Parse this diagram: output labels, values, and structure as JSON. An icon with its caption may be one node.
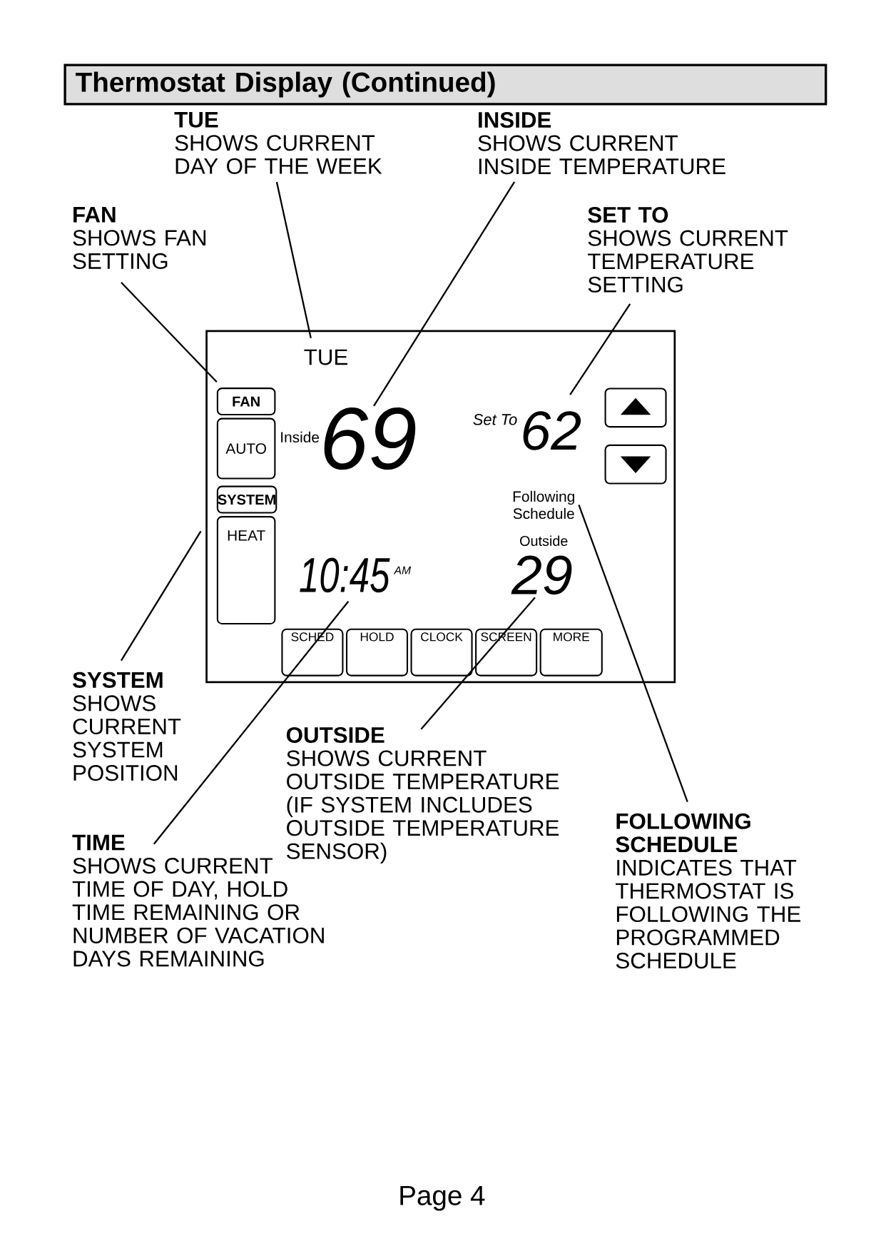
{
  "diagram": {
    "title": "Thermostat Display (Continued)",
    "nodes": [
      {
        "text": [
          "TUE",
          "SHOWS CURRENT DAY OF THE WEEK"
        ]
      },
      {
        "text": [
          "INSIDE",
          "SHOWS CURRENT INSIDE TEMPERATURE"
        ]
      },
      {
        "text": [
          "FAN",
          "SHOWS FAN SETTING"
        ]
      },
      {
        "text": [
          "SET TO",
          "SHOWS CURRENT TEMPERATURE SETTING"
        ]
      },
      {
        "text": [],
        "shape": "box"
      },
      {
        "text": [
          "TUE"
        ],
        "in": 4
      },
      {
        "text": [
          "FAN"
        ],
        "in": 4
      },
      {
        "text": [
          "69"
        ],
        "beside": [
          "Inside"
        ],
        "in": 4
      },
      {
        "text": [
          "62"
        ],
        "beside": [
          "Set To"
        ],
        "in": 4
      },
      {
        "text": [
          "AUTO"
        ],
        "in": 4
      },
      {
        "text": [
          "SYSTEM"
        ],
        "in": 4
      },
      {
        "text": [
          "Following Schedule"
        ],
        "in": 4
      },
      {
        "text": [
          "HEAT"
        ],
        "in": 4
      },
      {
        "text": [
          "10:45"
        ],
        "beside": [
          "AM"
        ],
        "in": 4
      },
      {
        "text": [
          "29"
        ],
        "beside": [
          "Outside"
        ],
        "in": 4
      },
      {
        "text": [
          "SCHED"
        ],
        "in": 4
      },
      {
        "text": [
          "HOLD"
        ],
        "in": 4
      },
      {
        "text": [
          "CLOCK"
        ],
        "in": 4
      },
      {
        "text": [
          "SCREEN"
        ],
        "in": 4
      },
      {
        "text": [
          "MORE"
        ],
        "in": 4
      },
      {
        "text": [
          "SYSTEM",
          "SHOWS CURRENT SYSTEM POSITION"
        ]
      },
      {
        "text": [
          "OUTSIDE",
          "SHOWS CURRENT OUTSIDE TEMPERATURE (IF SYSTEM INCLUDES OUTSIDE TEMPERATURE SENSOR)"
        ]
      },
      {
        "text": [
          "TIME",
          "SHOWS CURRENT TIME OF DAY, HOLD TIME REMAINING OR NUMBER OF VACATION DAYS REMAINING"
        ]
      },
      {
        "text": [
          "FOLLOWING SCHEDULE",
          "INDICATES THAT THERMOSTAT IS FOLLOWING THE PROGRAMMED SCHEDULE"
        ]
      }
    ],
    "edges": [
      {
        "from": 0,
        "to": 5,
        "arrow": "none"
      },
      {
        "from": 1,
        "to": 7,
        "arrow": "none"
      },
      {
        "from": 2,
        "to": 6,
        "arrow": "none"
      },
      {
        "from": 3,
        "to": 8,
        "arrow": "none"
      },
      {
        "from": 20,
        "to": 12,
        "arrow": "none"
      },
      {
        "from": 21,
        "to": 14,
        "arrow": "none"
      },
      {
        "from": 22,
        "to": 13,
        "arrow": "none"
      },
      {
        "from": 23,
        "to": 11,
        "arrow": "none"
      }
    ],
    "labels": [
      "Page 4"
    ]
  }
}
